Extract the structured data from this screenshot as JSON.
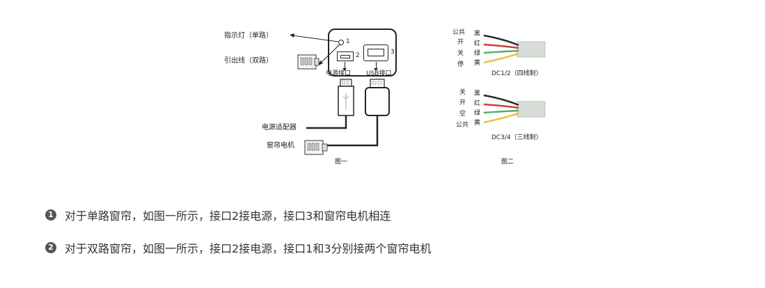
{
  "fig1": {
    "indicator": "指示灯（单路）",
    "leadwire": "引出线（双路）",
    "port1": "1",
    "port2": "2",
    "port3": "3",
    "power_port": "电源接口",
    "usb_port": "USB接口",
    "adapter": "电源适配器",
    "motor": "窗帘电机",
    "caption": "图一"
  },
  "fig2": {
    "top": {
      "labels": [
        "公共",
        "开",
        "关",
        "停"
      ],
      "colors": [
        "黑",
        "红",
        "绿",
        "黄"
      ],
      "title": "DC1/2（四线制）"
    },
    "bottom": {
      "labels": [
        "关",
        "开",
        "空",
        "公共"
      ],
      "colors": [
        "黑",
        "红",
        "绿",
        "黄"
      ],
      "title": "DC3/4（三线制）"
    },
    "caption": "图二",
    "wire_colors": [
      "#2a2a2a",
      "#d23b3b",
      "#4fae6b",
      "#e8c548"
    ]
  },
  "instructions": [
    {
      "num": "1",
      "text": "对于单路窗帘，如图一所示，接口2接电源，接口3和窗帘电机相连"
    },
    {
      "num": "2",
      "text": "对于双路窗帘，如图一所示，接口2接电源，接口1和3分别接两个窗帘电机"
    }
  ]
}
